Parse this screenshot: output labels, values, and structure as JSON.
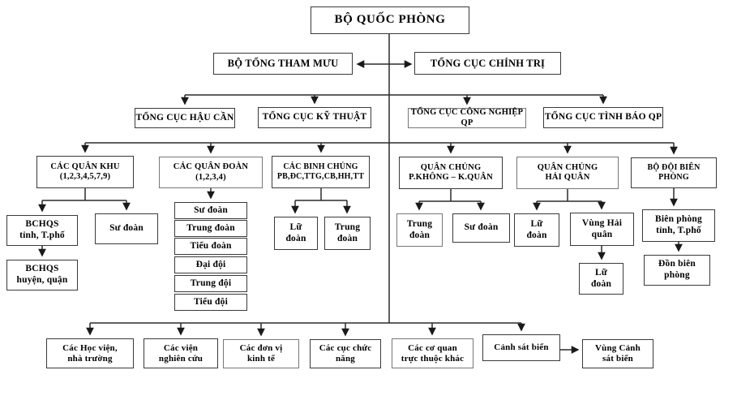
{
  "colors": {
    "background": "#ffffff",
    "line": "#2b2b2b",
    "box_border": "#3a3a3a",
    "text": "#000000"
  },
  "nodes": {
    "bo_quoc_phong": {
      "line1": "BỘ QUỐC PHÒNG"
    },
    "bo_tong_tham_muu": {
      "line1": "BỘ TỔNG THAM MƯU"
    },
    "tong_cuc_chinh_tri": {
      "line1": "TỔNG CỤC CHÍNH TRỊ"
    },
    "tong_cuc_hau_can": {
      "line1": "TỔNG CỤC HẬU CẦN"
    },
    "tong_cuc_ky_thuat": {
      "line1": "TỔNG CỤC KỸ THUẬT"
    },
    "tong_cuc_cong_nghiep_qp": {
      "line1": "TỔNG CỤC CÔNG NGHIỆP QP"
    },
    "tong_cuc_tinh_bao_qp": {
      "line1": "TỔNG CỤC TÌNH BÁO QP"
    },
    "cac_quan_khu": {
      "line1": "CÁC QUÂN KHU",
      "line2": "(1,2,3,4,5,7,9)"
    },
    "cac_quan_doan": {
      "line1": "CÁC QUÂN ĐOÀN",
      "line2": "(1,2,3,4)"
    },
    "cac_binh_chung": {
      "line1": "CÁC BINH CHỦNG",
      "line2": "PB,ĐC,TTG,CB,HH,TT"
    },
    "quan_chung_pkkq": {
      "line1": "QUÂN CHỦNG",
      "line2": "P.KHÔNG – K.QUÂN"
    },
    "quan_chung_hai_quan": {
      "line1": "QUÂN CHỦNG",
      "line2": "HẢI QUÂN"
    },
    "bo_doi_bien_phong": {
      "line1": "BỘ ĐỘI BIÊN PHÒNG"
    },
    "bchqs_tinh": {
      "line1": "BCHQS",
      "line2": "tỉnh, T.phố"
    },
    "su_doan_qk": {
      "line1": "Sư đoàn"
    },
    "bchqs_huyen": {
      "line1": "BCHQS",
      "line2": "huyện, quận"
    },
    "stack_su_doan": {
      "line1": "Sư đoàn"
    },
    "stack_trung_doan": {
      "line1": "Trung đoàn"
    },
    "stack_tieu_doan": {
      "line1": "Tiểu đoàn"
    },
    "stack_dai_doi": {
      "line1": "Đại đội"
    },
    "stack_trung_doi": {
      "line1": "Trung đội"
    },
    "stack_tieu_doi": {
      "line1": "Tiểu đội"
    },
    "lu_doan_bc": {
      "line1": "Lữ",
      "line2": "đoàn"
    },
    "trung_doan_bc": {
      "line1": "Trung",
      "line2": "đoàn"
    },
    "trung_doan_pk": {
      "line1": "Trung",
      "line2": "đoàn"
    },
    "su_doan_pk": {
      "line1": "Sư đoàn"
    },
    "lu_doan_hq": {
      "line1": "Lữ",
      "line2": "đoàn"
    },
    "vung_hai_quan": {
      "line1": "Vùng Hải",
      "line2": "quân"
    },
    "lu_doan_vhq": {
      "line1": "Lữ",
      "line2": "đoàn"
    },
    "bien_phong_tinh": {
      "line1": "Biên phòng",
      "line2": "tỉnh, T.phố"
    },
    "don_bien_phong": {
      "line1": "Đồn biên",
      "line2": "phòng"
    },
    "cac_hoc_vien": {
      "line1": "Các Học viện,",
      "line2": "nhà trường"
    },
    "cac_vien_nghien_cuu": {
      "line1": "Các viện",
      "line2": "nghiên cứu"
    },
    "cac_don_vi_kinh_te": {
      "line1": "Các đơn vị",
      "line2": "kinh tế"
    },
    "cac_cuc_chuc_nang": {
      "line1": "Các cục chức",
      "line2": "năng"
    },
    "cac_co_quan_khac": {
      "line1": "Các cơ quan",
      "line2": "trực thuộc khác"
    },
    "canh_sat_bien": {
      "line1": "Cảnh sát biển"
    },
    "vung_canh_sat_bien": {
      "line1": "Vùng Cảnh",
      "line2": "sát biển"
    }
  }
}
